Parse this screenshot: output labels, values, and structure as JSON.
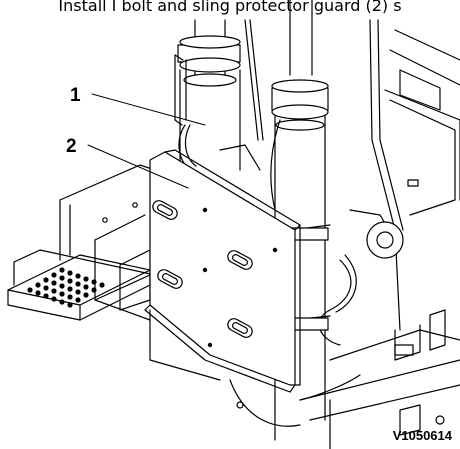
{
  "caption": "Install I bolt and sling protector guard (2) s",
  "callouts": [
    {
      "label": "1",
      "target": "hydraulic-cylinder"
    },
    {
      "label": "2",
      "target": "sling-protector-guard"
    }
  ],
  "figure_id": "V1050614"
}
